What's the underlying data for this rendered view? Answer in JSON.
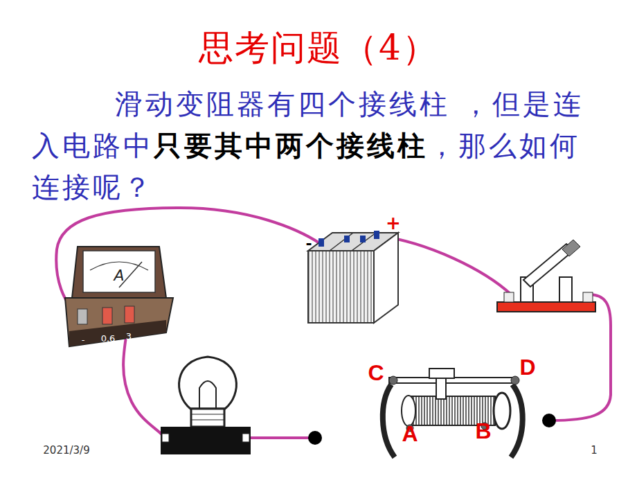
{
  "diagram": {
    "title": "思考问题（4）",
    "labels": [
      "滑动变阻器有四个接线柱 ，但是连入电路中",
      "只要其中两个接线柱",
      "，那么如何连接呢？",
      "A",
      "-",
      "0.6",
      "3",
      "-",
      "+",
      "C",
      "D",
      "A",
      "B",
      "2021/3/9",
      "1"
    ]
  }
}
